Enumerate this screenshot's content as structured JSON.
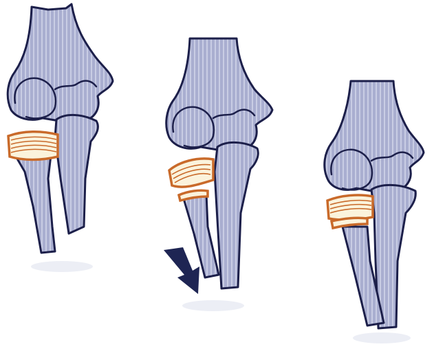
{
  "colors": {
    "bone_fill": "#a9aed0",
    "bone_stripe": "#c9cde4",
    "outline": "#1c1f4a",
    "ligament_stroke": "#c96a2a",
    "ligament_fill": "#fbf3dc",
    "arrow": "#1e2553"
  },
  "panels": [
    {
      "id": "normal",
      "ligament_state": "intact",
      "arrow": false
    },
    {
      "id": "pulled",
      "ligament_state": "displaced",
      "arrow": true
    },
    {
      "id": "slipped",
      "ligament_state": "displaced",
      "arrow": false
    }
  ]
}
